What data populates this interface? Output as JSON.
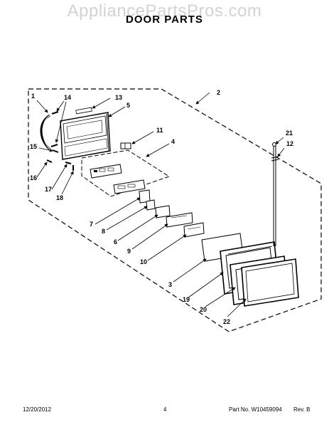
{
  "watermark": "AppliancePartsPros.com",
  "title": "DOOR PARTS",
  "footer": {
    "date": "12/20/2012",
    "page": "4",
    "part_number": "Part No. W10459094",
    "revision": "Rev. B"
  },
  "callouts": {
    "c1": "1",
    "c2": "2",
    "c3": "3",
    "c4": "4",
    "c5": "5",
    "c6": "6",
    "c7": "7",
    "c8": "8",
    "c9": "9",
    "c10": "10",
    "c11": "11",
    "c12": "12",
    "c13": "13",
    "c14": "14",
    "c15": "15",
    "c16": "16",
    "c17": "17",
    "c18": "18",
    "c19": "19",
    "c20": "20",
    "c21": "21",
    "c22": "22"
  }
}
